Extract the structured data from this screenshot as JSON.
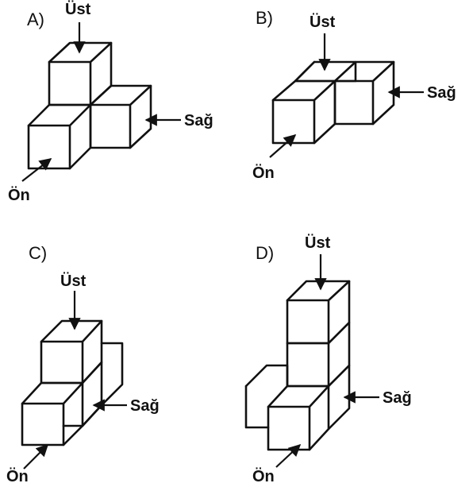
{
  "options": [
    {
      "letter": "A)",
      "top": "Üst",
      "right": "Sağ",
      "front": "Ön"
    },
    {
      "letter": "B)",
      "top": "Üst",
      "right": "Sağ",
      "front": "Ön"
    },
    {
      "letter": "C)",
      "top": "Üst",
      "right": "Sağ",
      "front": "Ön"
    },
    {
      "letter": "D)",
      "top": "Üst",
      "right": "Sağ",
      "front": "Ön"
    }
  ],
  "colors": {
    "ink": "#111111",
    "background": "#ffffff"
  }
}
